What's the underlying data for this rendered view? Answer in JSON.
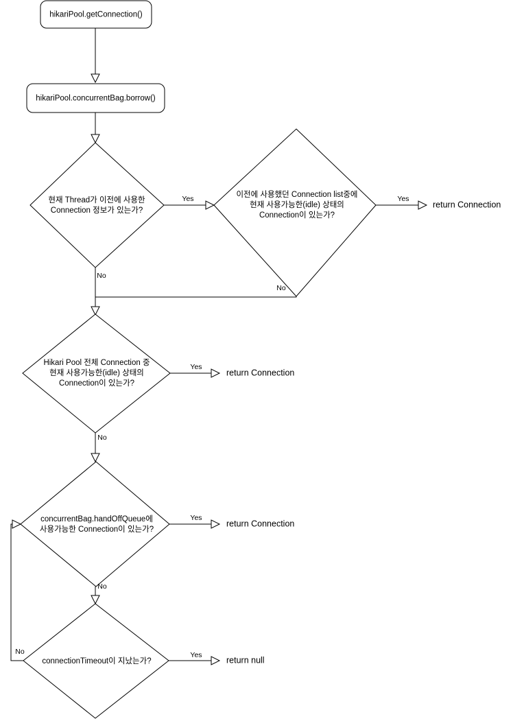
{
  "diagram": {
    "title": "HikariCP getConnection flowchart",
    "background_color": "#ffffff",
    "line_color": "#000000",
    "text_color": "#000000"
  },
  "nodes": {
    "start": {
      "label": "hikariPool.getConnection()",
      "shape": "rounded-rect"
    },
    "borrow": {
      "label": "hikariPool.concurrentBag.borrow()",
      "shape": "rounded-rect"
    },
    "d1": {
      "shape": "diamond",
      "line1": "현재 Thread가 이전에 사용한",
      "line2": "Connection 정보가 있는가?"
    },
    "d2": {
      "shape": "diamond",
      "line1": "이전에 사용했던 Connection list중에",
      "line2": "현재 사용가능한(idle) 상태의",
      "line3": "Connection이 있는가?"
    },
    "d3": {
      "shape": "diamond",
      "line1": "Hikari Pool 전체 Connection 중",
      "line2": "현재 사용가능한(idle) 상태의",
      "line3": "Connection이 있는가?"
    },
    "d4": {
      "shape": "diamond",
      "line1": "concurrentBag.handOffQueue에",
      "line2": "사용가능한 Connection이 있는가?"
    },
    "d5": {
      "shape": "diamond",
      "line1": "connectionTimeout이 지났는가?"
    }
  },
  "terminals": {
    "t1": {
      "label": "return Connection"
    },
    "t2": {
      "label": "return Connection"
    },
    "t3": {
      "label": "return Connection"
    },
    "t4": {
      "label": "return null"
    }
  },
  "edge_labels": {
    "d1_yes": "Yes",
    "d1_no": "No",
    "d2_yes": "Yes",
    "d2_no": "No",
    "d3_yes": "Yes",
    "d3_no": "No",
    "d4_yes": "Yes",
    "d4_no": "No",
    "d5_yes": "Yes",
    "d5_no": "No"
  }
}
